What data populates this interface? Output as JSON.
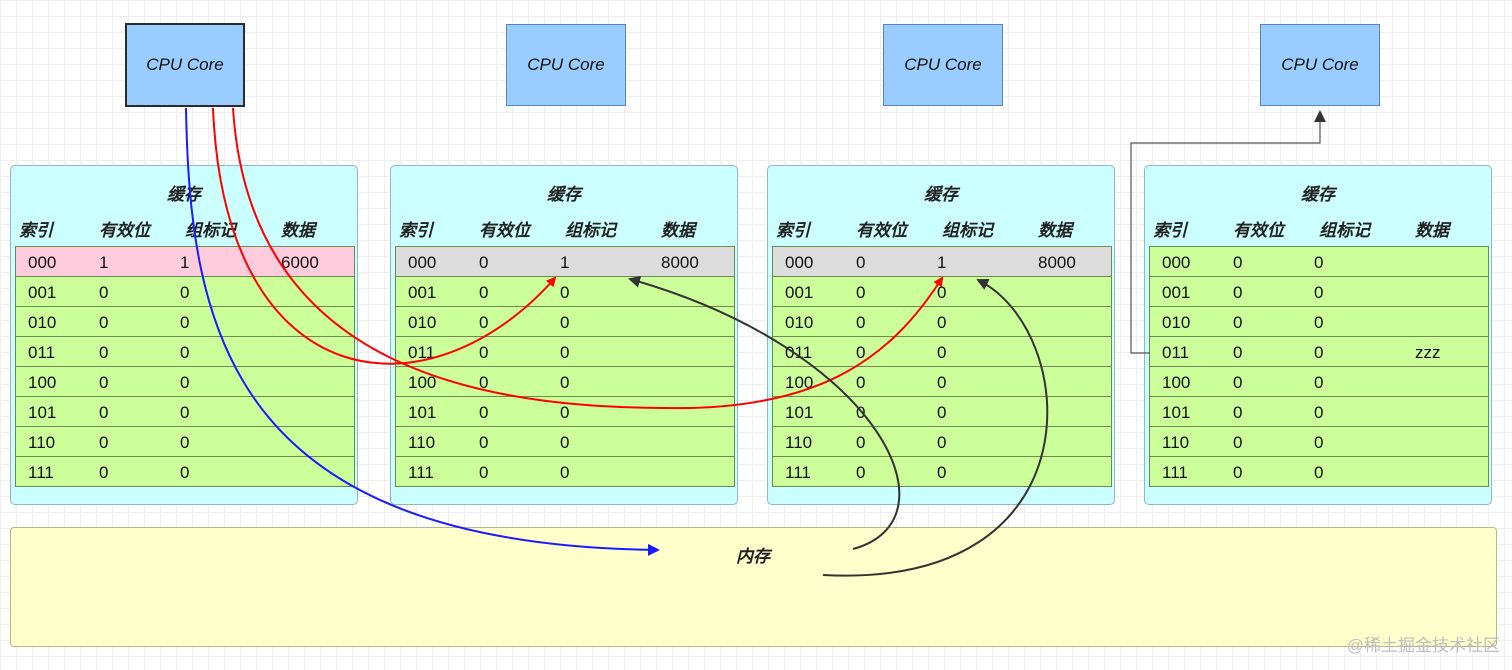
{
  "cpus": [
    "CPU Core",
    "CPU Core",
    "CPU Core",
    "CPU Core"
  ],
  "caches": [
    {
      "title": "缓存",
      "headers": [
        "索引",
        "有效位",
        "组标记",
        "数据"
      ],
      "rows": [
        {
          "index": "000",
          "valid": "1",
          "tag": "1",
          "data": "6000"
        },
        {
          "index": "001",
          "valid": "0",
          "tag": "0",
          "data": ""
        },
        {
          "index": "010",
          "valid": "0",
          "tag": "0",
          "data": ""
        },
        {
          "index": "011",
          "valid": "0",
          "tag": "0",
          "data": ""
        },
        {
          "index": "100",
          "valid": "0",
          "tag": "0",
          "data": ""
        },
        {
          "index": "101",
          "valid": "0",
          "tag": "0",
          "data": ""
        },
        {
          "index": "110",
          "valid": "0",
          "tag": "0",
          "data": ""
        },
        {
          "index": "111",
          "valid": "0",
          "tag": "0",
          "data": ""
        }
      ]
    },
    {
      "title": "缓存",
      "headers": [
        "索引",
        "有效位",
        "组标记",
        "数据"
      ],
      "rows": [
        {
          "index": "000",
          "valid": "0",
          "tag": "1",
          "data": "8000"
        },
        {
          "index": "001",
          "valid": "0",
          "tag": "0",
          "data": ""
        },
        {
          "index": "010",
          "valid": "0",
          "tag": "0",
          "data": ""
        },
        {
          "index": "011",
          "valid": "0",
          "tag": "0",
          "data": ""
        },
        {
          "index": "100",
          "valid": "0",
          "tag": "0",
          "data": ""
        },
        {
          "index": "101",
          "valid": "0",
          "tag": "0",
          "data": ""
        },
        {
          "index": "110",
          "valid": "0",
          "tag": "0",
          "data": ""
        },
        {
          "index": "111",
          "valid": "0",
          "tag": "0",
          "data": ""
        }
      ]
    },
    {
      "title": "缓存",
      "headers": [
        "索引",
        "有效位",
        "组标记",
        "数据"
      ],
      "rows": [
        {
          "index": "000",
          "valid": "0",
          "tag": "1",
          "data": "8000"
        },
        {
          "index": "001",
          "valid": "0",
          "tag": "0",
          "data": ""
        },
        {
          "index": "010",
          "valid": "0",
          "tag": "0",
          "data": ""
        },
        {
          "index": "011",
          "valid": "0",
          "tag": "0",
          "data": ""
        },
        {
          "index": "100",
          "valid": "0",
          "tag": "0",
          "data": ""
        },
        {
          "index": "101",
          "valid": "0",
          "tag": "0",
          "data": ""
        },
        {
          "index": "110",
          "valid": "0",
          "tag": "0",
          "data": ""
        },
        {
          "index": "111",
          "valid": "0",
          "tag": "0",
          "data": ""
        }
      ]
    },
    {
      "title": "缓存",
      "headers": [
        "索引",
        "有效位",
        "组标记",
        "数据"
      ],
      "rows": [
        {
          "index": "000",
          "valid": "0",
          "tag": "0",
          "data": ""
        },
        {
          "index": "001",
          "valid": "0",
          "tag": "0",
          "data": ""
        },
        {
          "index": "010",
          "valid": "0",
          "tag": "0",
          "data": ""
        },
        {
          "index": "011",
          "valid": "0",
          "tag": "0",
          "data": "zzz"
        },
        {
          "index": "100",
          "valid": "0",
          "tag": "0",
          "data": ""
        },
        {
          "index": "101",
          "valid": "0",
          "tag": "0",
          "data": ""
        },
        {
          "index": "110",
          "valid": "0",
          "tag": "0",
          "data": ""
        },
        {
          "index": "111",
          "valid": "0",
          "tag": "0",
          "data": ""
        }
      ]
    }
  ],
  "memory_label": "内存",
  "watermark": "@稀土掘金技术社区",
  "colors": {
    "cpu_fill": "#99ccff",
    "cache_fill": "#ccffff",
    "row_fill": "#ccff99",
    "row_highlight_pink": "#ffccdd",
    "row_highlight_grey": "#dcdcdc",
    "memory_fill": "#ffffcc",
    "arrow_blue": "#1a1aff",
    "arrow_red": "#ff0000",
    "arrow_dark": "#333333"
  }
}
